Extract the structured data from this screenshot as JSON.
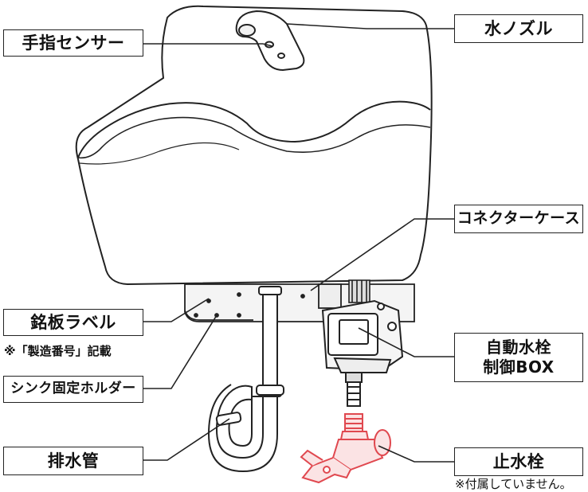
{
  "labels": {
    "hand_sensor": "手指センサー",
    "water_nozzle": "水ノズル",
    "connector_case": "コネクターケース",
    "nameplate_label": "銘板ラベル",
    "nameplate_note": "※「製造番号」記載",
    "sink_holder": "シンク固定ホルダー",
    "control_box_line1": "自動水栓",
    "control_box_line2": "制御BOX",
    "drain_pipe": "排水管",
    "stop_valve": "止水栓",
    "stop_valve_note": "※付属していません。"
  },
  "colors": {
    "stroke": "#222222",
    "valve": "#e0484f",
    "valve_fill": "#fbe3e4",
    "body_fill": "#ffffff",
    "shade": "#f1f1f1"
  }
}
